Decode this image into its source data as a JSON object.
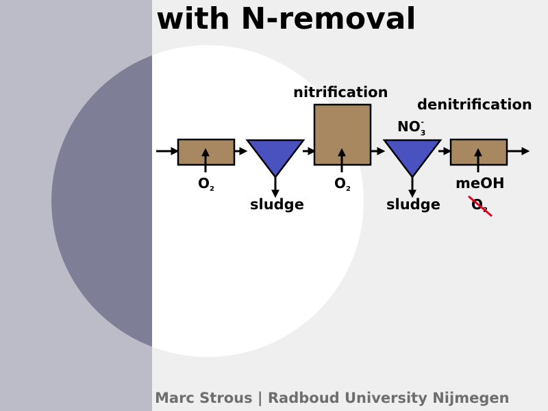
{
  "slide": {
    "title": "with N-removal",
    "footer": "Marc Strous | Radboud University Nijmegen"
  },
  "diagram": {
    "nitrification_label": "nitrification",
    "denitrification_label": "denitrification",
    "o2_label_1": "O",
    "o2_sub_1": "2",
    "o2_label_2": "O",
    "o2_sub_2": "2",
    "o2_crossed_label": "O",
    "o2_crossed_sub": "2",
    "sludge_label_1": "sludge",
    "sludge_label_2": "sludge",
    "no3_label": "NO",
    "no3_sub": "3",
    "no3_sup": "-",
    "meoh_label": "meOH"
  },
  "colors": {
    "reactor_fill": "#a88860",
    "settler_fill": "#4a52c0",
    "cross_line": "#e0001a",
    "sidebar": "#bcbcc8",
    "disc": "#ffffff",
    "disc_shade": "#7e7e96",
    "footer_text": "#6e6e6e"
  }
}
